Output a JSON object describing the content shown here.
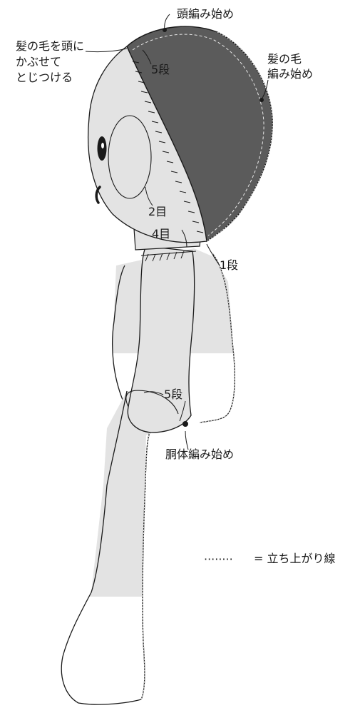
{
  "labels": {
    "head_start": "頭編み始め",
    "attach_hair": "髪の毛を頭に\nかぶせて\nとじつける",
    "hair_row5": "5段",
    "hair_start": "髪の毛\n編み始め",
    "stitch_2": "2目",
    "stitch_4": "4目",
    "row_1": "1段",
    "body_row5": "5段",
    "body_start": "胴体編み始め",
    "legend_line": "········",
    "legend_text": "= 立ち上がり線"
  },
  "colors": {
    "outline": "#1a1a1a",
    "doll_fill": "#e3e3e3",
    "hair_fill": "#5b5b5b",
    "background": "#ffffff"
  }
}
